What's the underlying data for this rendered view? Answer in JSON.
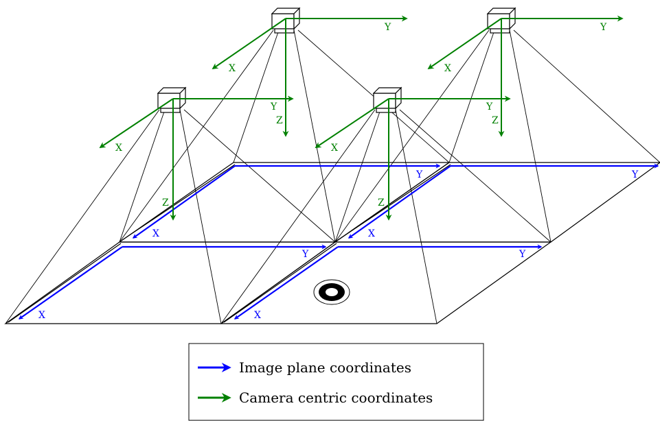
{
  "colors": {
    "image_plane": "#0000ff",
    "camera": "#008000",
    "outline": "#000000"
  },
  "axis_labels": {
    "x": "X",
    "y": "Y",
    "z": "Z"
  },
  "legend": {
    "image_plane": "Image plane coordinates",
    "camera_centric": "Camera centric coordinates"
  }
}
